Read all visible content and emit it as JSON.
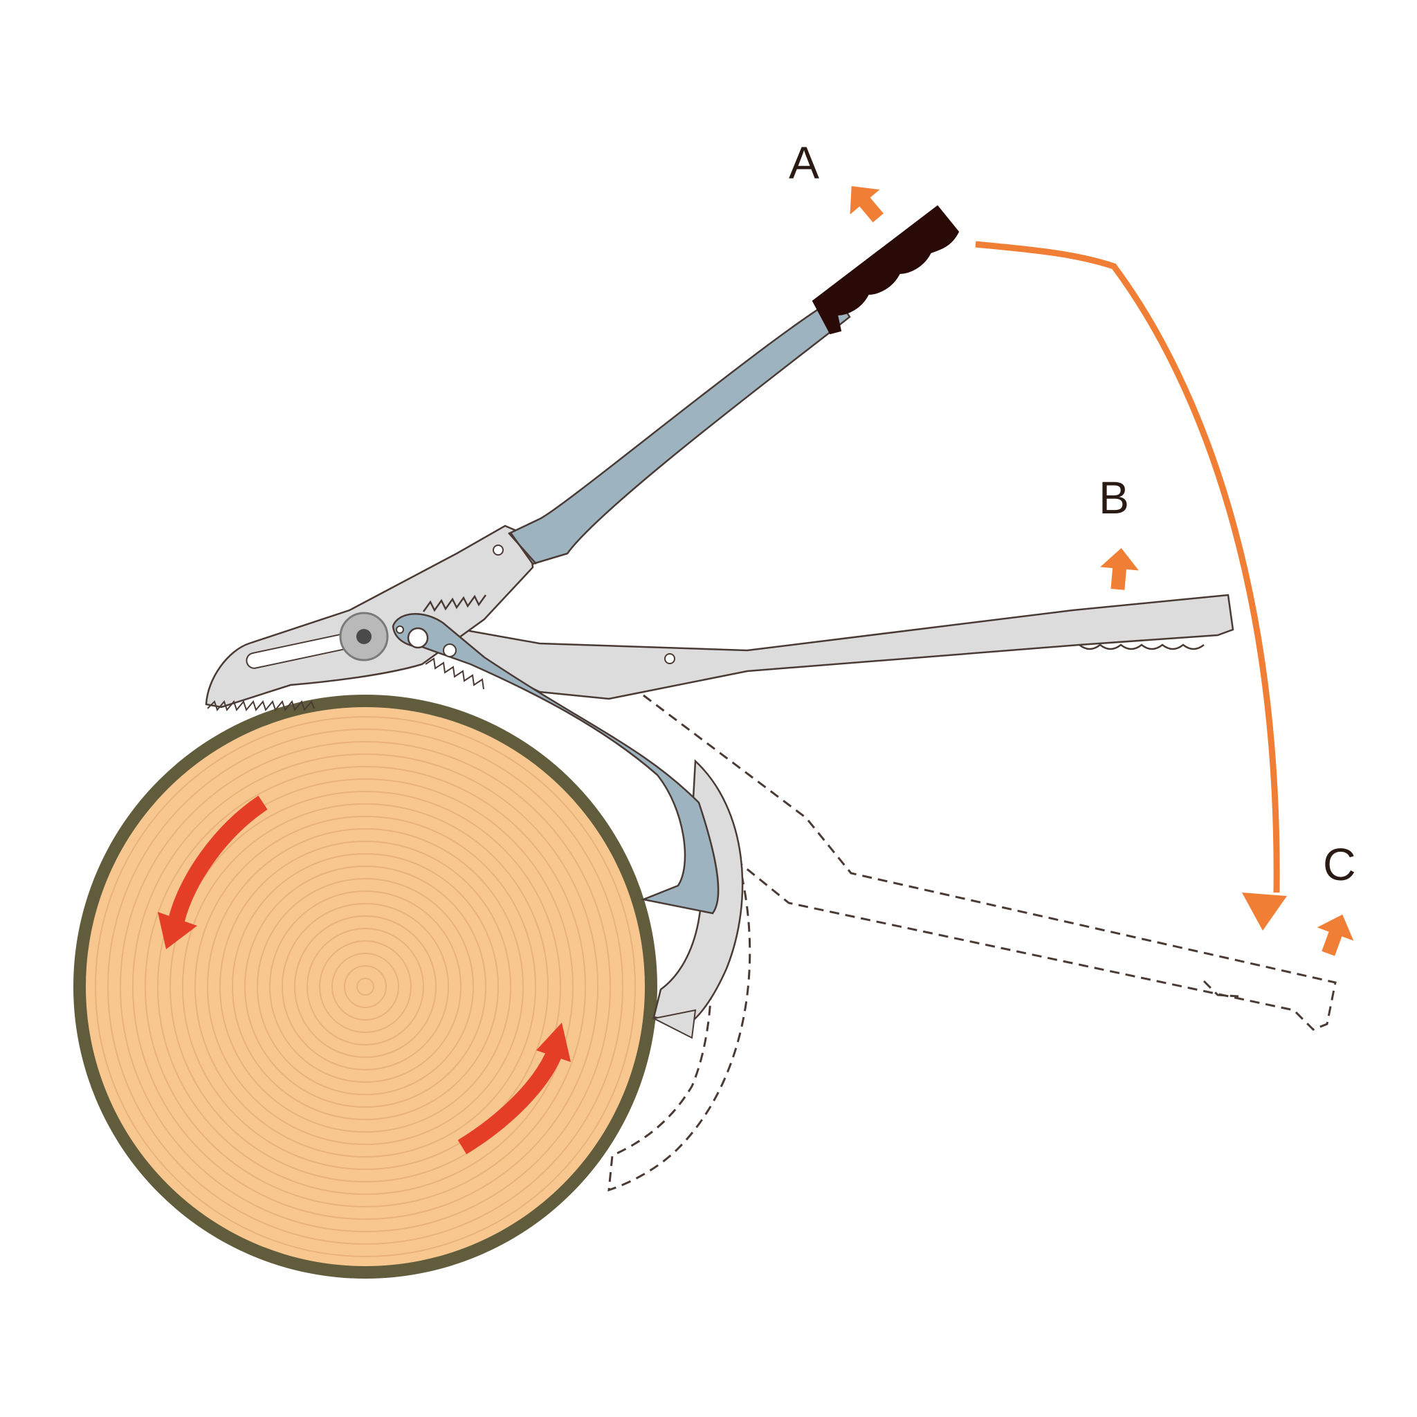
{
  "diagram": {
    "labels": {
      "position_a": "A",
      "position_b": "B",
      "position_c": "C"
    },
    "colors": {
      "background": "#ffffff",
      "log_wood": "#f8c790",
      "log_rings": "#e8b27a",
      "log_bark": "#615c3c",
      "handle_blue": "#9db4c0",
      "tool_steel": "#dcdcdc",
      "outline": "#4a3a34",
      "grip": "#2a0a06",
      "swing_arrow": "#f07f35",
      "rotation_arrows": "#e43e27",
      "label_text": "#2a1a14"
    },
    "icons": {
      "swing_indicator": "curved-arrow-icon",
      "direction_indicator": "up-arrow-icon",
      "rotation_indicator": "rotation-arrow-icon"
    }
  }
}
